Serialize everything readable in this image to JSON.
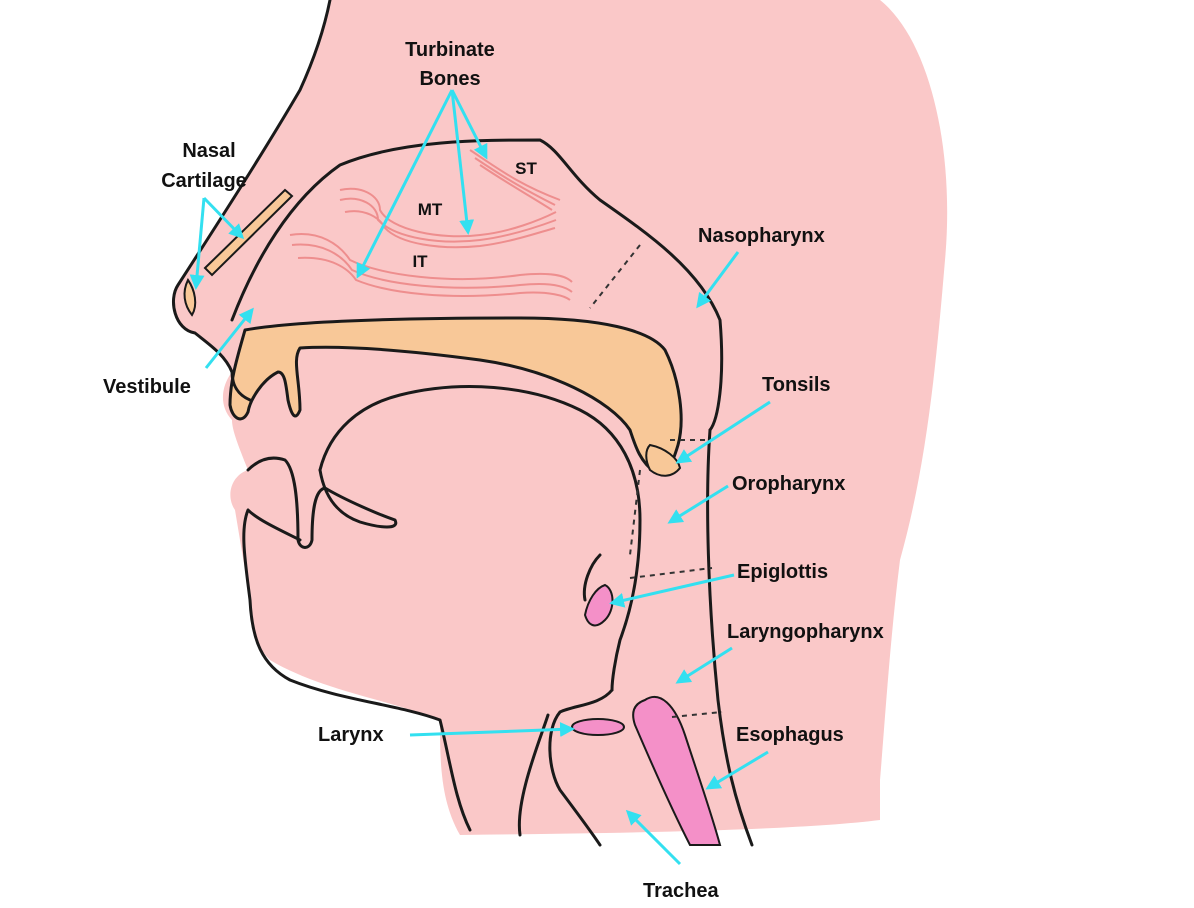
{
  "labels": {
    "turbinate_line1": "Turbinate",
    "turbinate_line2": "Bones",
    "nasal_line1": "Nasal",
    "nasal_line2": "Cartilage",
    "st": "ST",
    "mt": "MT",
    "it": "IT",
    "nasopharynx": "Nasopharynx",
    "vestibule": "Vestibule",
    "tonsils": "Tonsils",
    "oropharynx": "Oropharynx",
    "epiglottis": "Epiglottis",
    "laryngopharynx": "Laryngopharynx",
    "larynx": "Larynx",
    "esophagus": "Esophagus",
    "trachea": "Trachea"
  },
  "colors": {
    "tissue": "#fac8c8",
    "bone": "#f8c898",
    "pink_structure": "#f490c8",
    "arrow": "#33e0f0",
    "turbinate_hatch": "#ee8e8e",
    "outline": "#1a1a1a"
  }
}
